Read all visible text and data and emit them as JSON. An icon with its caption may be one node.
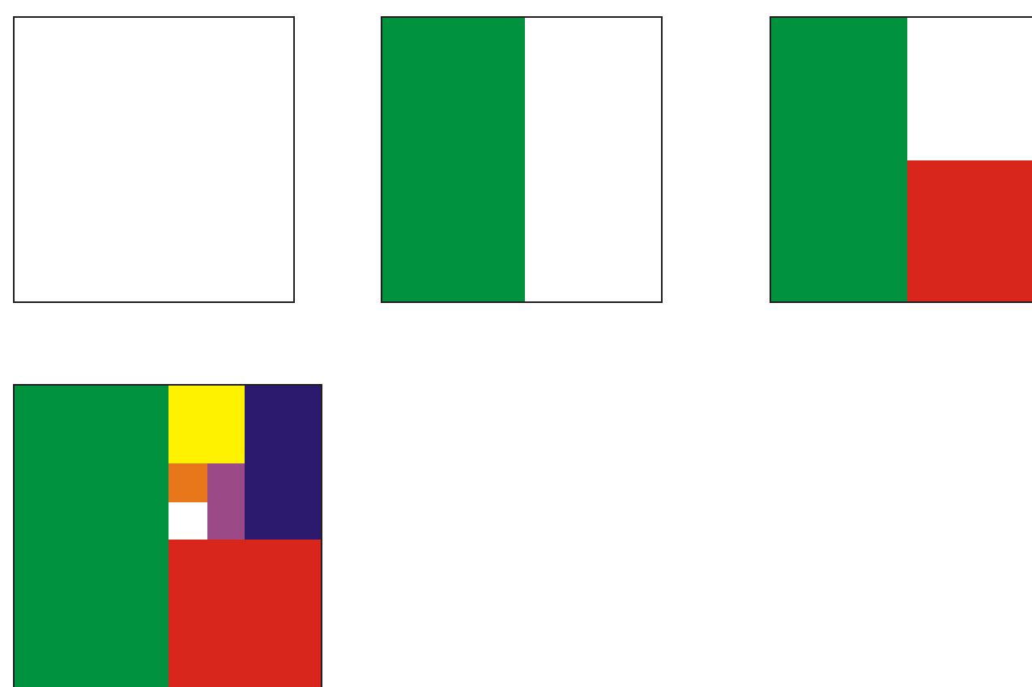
{
  "diagram": {
    "nodes": [
      {
        "text": [],
        "shape": "box"
      },
      {
        "text": [],
        "shape": "box"
      },
      {
        "text": [],
        "shape": "box",
        "in": 1
      },
      {
        "text": [],
        "shape": "box"
      },
      {
        "text": [],
        "shape": "box",
        "in": 3
      },
      {
        "text": [],
        "shape": "box",
        "in": 3
      },
      {
        "text": [],
        "shape": "box"
      },
      {
        "text": [],
        "shape": "box",
        "in": 6
      },
      {
        "text": [],
        "shape": "box",
        "in": 6
      },
      {
        "text": [],
        "shape": "box",
        "in": 6
      },
      {
        "text": [],
        "shape": "box",
        "in": 6
      },
      {
        "text": [],
        "shape": "box",
        "in": 6
      },
      {
        "text": [],
        "shape": "box",
        "in": 6
      }
    ]
  }
}
